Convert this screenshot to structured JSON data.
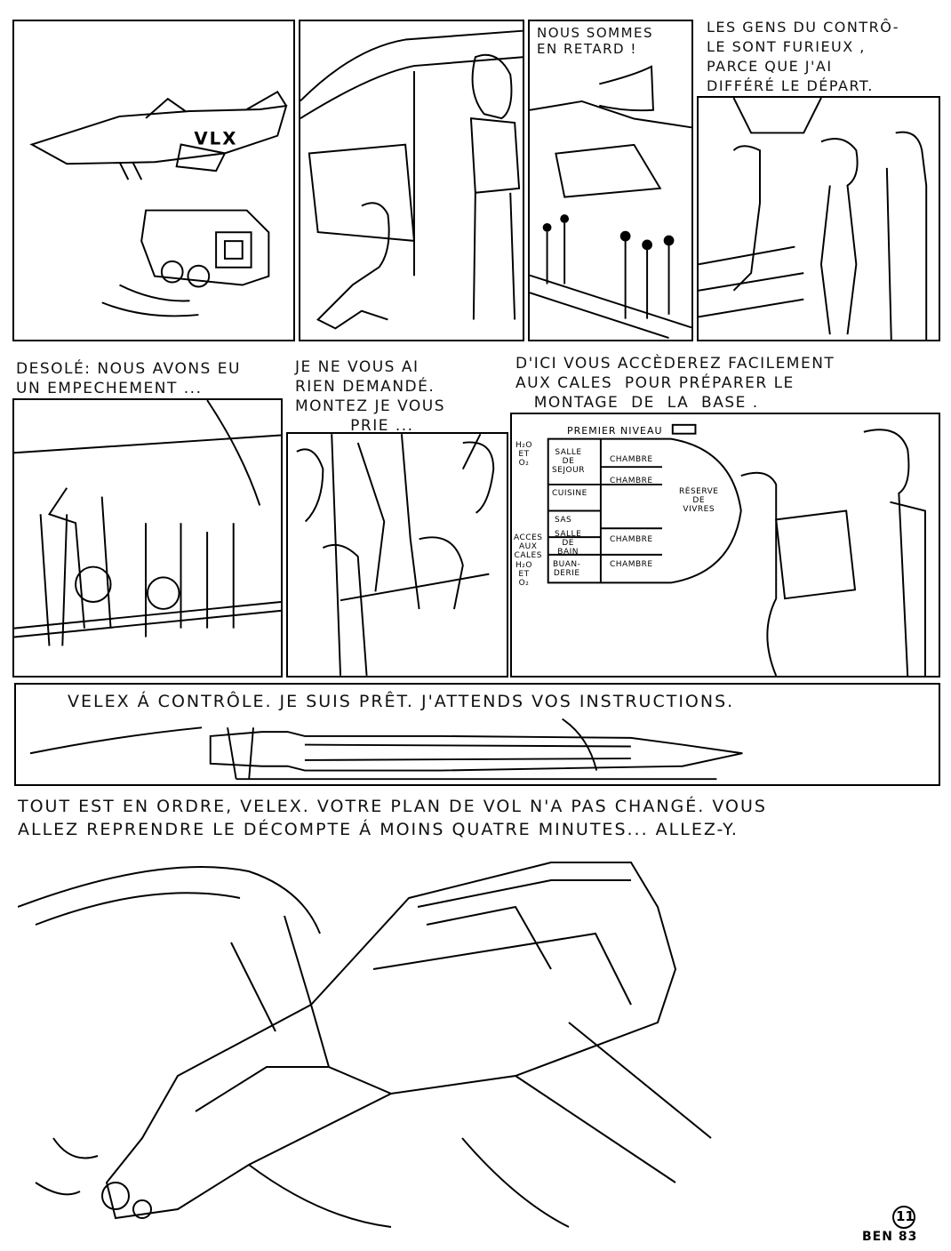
{
  "row1": {
    "p3_text": "NOUS SOMMES\nEN RETARD !",
    "p4_text": "LES GENS DU CONTRÔ-\nLE SONT FURIEUX ,\nPARCE QUE J'AI\nDIFFÉRÉ LE DÉPART."
  },
  "row2": {
    "p1_text": "DESOLÉ: NOUS AVONS EU\nUN EMPECHEMENT ...",
    "p2_text": "JE NE VOUS AI\nRIEN DEMANDÉ.\nMONTEZ JE VOUS\n         PRIE ...",
    "p3_text": "D'ICI VOUS ACCÈDEREZ FACILEMENT\nAUX CALES  POUR PRÉPARER LE\n   MONTAGE  DE  LA  BASE ."
  },
  "map": {
    "title": "PREMIER  NIVEAU",
    "h2o_top": "H₂O\nET\nO₂",
    "h2o_bottom": "H₂O\nET\nO₂",
    "rooms": [
      "SALLE\nDE\nSEJOUR",
      "CUISINE",
      "SAS",
      "SALLE\nDE\nBAIN",
      "BUAN-\nDERIE",
      "ACCES\nAUX\nCALES",
      "CHAMBRE",
      "CHAMBRE",
      "CHAMBRE",
      "CHAMBRE",
      "RÉSERVE\nDE\nVIVRES"
    ]
  },
  "row3": {
    "text": "VELEX Á CONTRÔLE. JE SUIS PRÊT. J'ATTENDS VOS INSTRUCTIONS."
  },
  "row4": {
    "text": "TOUT EST EN ORDRE, VELEX. VOTRE PLAN DE VOL N'A PAS CHANGÉ. VOUS\nALLEZ REPRENDRE LE DÉCOMPTE Á MOINS QUATRE MINUTES... ALLEZ-Y."
  },
  "footer": {
    "page_number": "11",
    "signature": "BEN 83"
  },
  "ship_marking": "VLX"
}
